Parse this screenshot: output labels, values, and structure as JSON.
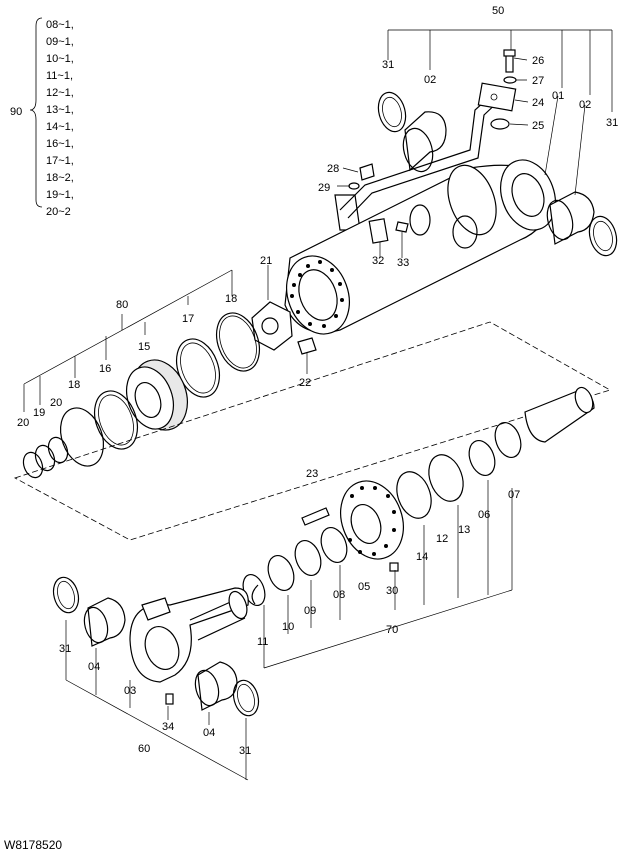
{
  "drawing_code": "W8178520",
  "kit_90": {
    "label": "90",
    "items": [
      "08~1,",
      "09~1,",
      "10~1,",
      "11~1,",
      "12~1,",
      "13~1,",
      "14~1,",
      "16~1,",
      "17~1,",
      "18~2,",
      "19~1,",
      "20~2"
    ]
  },
  "callouts": {
    "c50": "50",
    "c31a": "31",
    "c02a": "02",
    "c26": "26",
    "c27": "27",
    "c24": "24",
    "c01": "01",
    "c02b": "02",
    "c31b": "31",
    "c25": "25",
    "c28": "28",
    "c29": "29",
    "c32": "32",
    "c33": "33",
    "c21": "21",
    "c80": "80",
    "c18a": "18",
    "c17": "17",
    "c15": "15",
    "c16": "16",
    "c18b": "18",
    "c19": "19",
    "c20a": "20",
    "c20b": "20",
    "c22": "22",
    "c23": "23",
    "c12": "12",
    "c13": "13",
    "c06": "06",
    "c07": "07",
    "c14": "14",
    "c05": "05",
    "c30": "30",
    "c08": "08",
    "c09": "09",
    "c10": "10",
    "c11": "11",
    "c70": "70",
    "c31c": "31",
    "c04a": "04",
    "c03": "03",
    "c34": "34",
    "c04b": "04",
    "c31d": "31",
    "c60": "60"
  }
}
